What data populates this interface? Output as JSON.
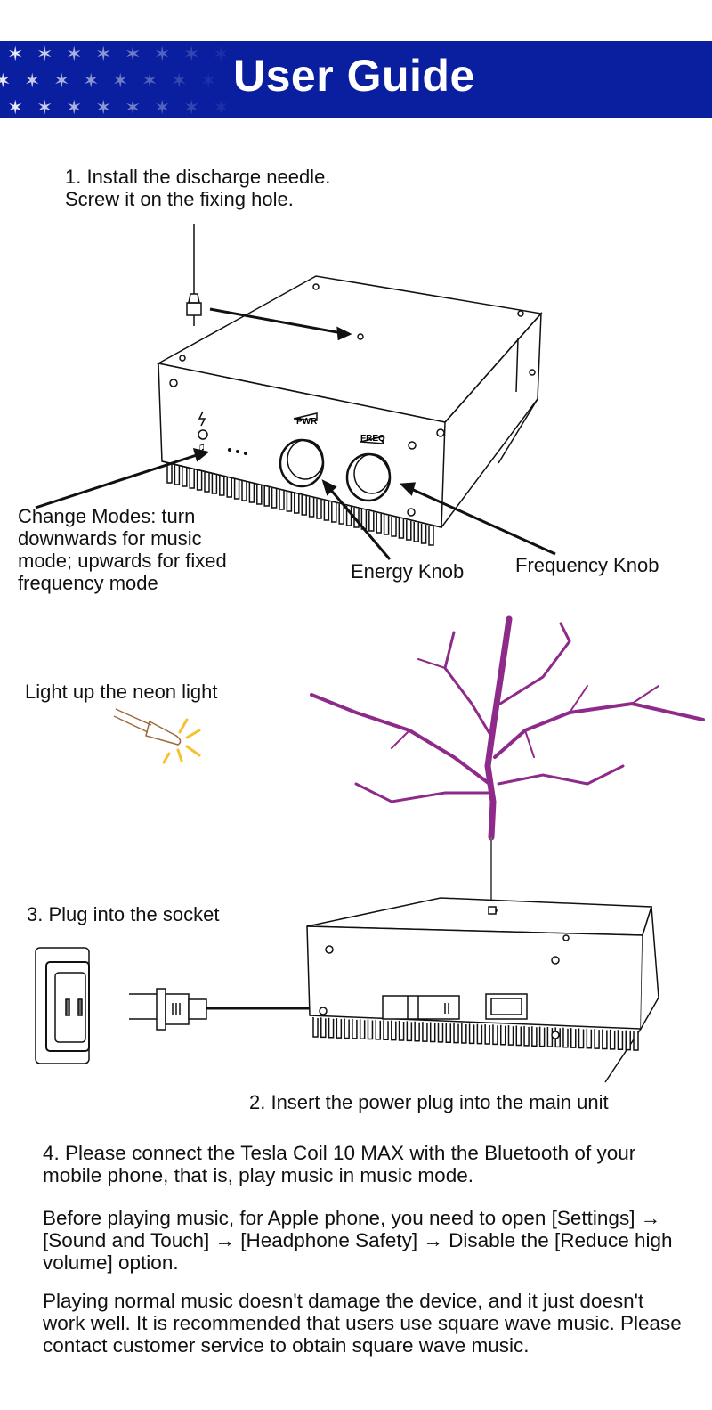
{
  "banner": {
    "title": "User Guide",
    "colors": {
      "background": "#0a1fa0",
      "title": "#ffffff"
    }
  },
  "step1": {
    "title": "1. Install the discharge needle.\nScrew it on the fixing hole."
  },
  "device_labels": {
    "pwr": "PWR",
    "freq": "FREQ"
  },
  "callouts": {
    "change_modes": "Change Modes: turn\ndownwards for music\nmode; upwards for fixed\nfrequency mode",
    "energy_knob": "Energy Knob",
    "frequency_knob": "Frequency Knob"
  },
  "neon": {
    "label": "Light up the neon light",
    "glow_color": "#f6c12e",
    "bulb_color": "#9b6a3c"
  },
  "arc": {
    "color": "#8e2a8a"
  },
  "step3": {
    "label": "3. Plug into the socket"
  },
  "step2": {
    "label": "2. Insert the power plug into the main unit"
  },
  "step4": {
    "paragraphs": [
      "4. Please connect the Tesla Coil 10 MAX with the Bluetooth of your mobile phone, that is, play music in music mode.",
      "Before playing music, for Apple phone, you need to open [Settings] → [Sound and Touch] → [Headphone Safety] → Disable the [Reduce high volume] option.",
      "Playing normal music doesn't damage the device, and it just doesn't work well. It is recommended that users use square wave music. Please contact customer service to obtain square wave music."
    ]
  }
}
